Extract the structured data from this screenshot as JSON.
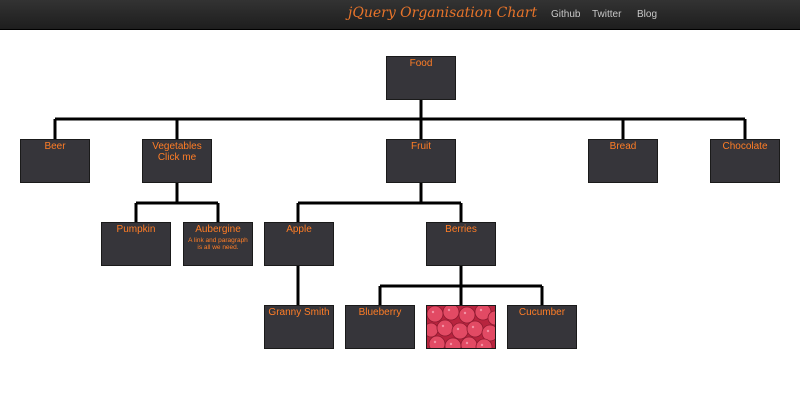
{
  "navbar": {
    "brand": "jQuery Organisation Chart",
    "links": [
      "Github",
      "Twitter",
      "Blog"
    ]
  },
  "chart": {
    "root": {
      "label": "Food"
    },
    "level1": [
      {
        "label": "Beer"
      },
      {
        "label": "Vegetables Click me"
      },
      {
        "label": "Fruit"
      },
      {
        "label": "Bread"
      },
      {
        "label": "Chocolate"
      }
    ],
    "vegetables_children": [
      {
        "label": "Pumpkin"
      },
      {
        "label": "Aubergine",
        "description": "A link and paragraph is all we need."
      }
    ],
    "fruit_children": [
      {
        "label": "Apple"
      },
      {
        "label": "Berries"
      }
    ],
    "apple_children": [
      {
        "label": "Granny Smith"
      }
    ],
    "berries_children": [
      {
        "label": "Blueberry"
      },
      {
        "image": "raspberries-photo"
      },
      {
        "label": "Cucumber"
      }
    ]
  },
  "colors": {
    "node_bg": "#36353a",
    "node_text": "#ff7d26",
    "brand": "#e8742a",
    "connector": "#000000"
  }
}
